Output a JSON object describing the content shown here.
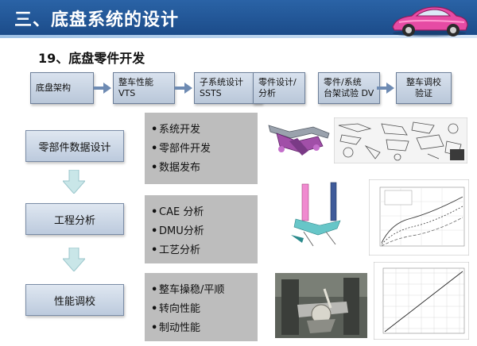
{
  "header": {
    "title": "三、底盘系统的设计"
  },
  "subtitle": "19、底盘零件开发",
  "flow": [
    {
      "lines": [
        "底盘架构"
      ]
    },
    {
      "lines": [
        "整车性能",
        "VTS"
      ]
    },
    {
      "lines": [
        "子系统设计",
        "SSTS"
      ]
    },
    {
      "lines": [
        "零件设计/",
        "分析"
      ]
    },
    {
      "lines": [
        "零件/系统",
        "台架试验 DV"
      ]
    },
    {
      "lines": [
        "整车调校",
        "验证"
      ]
    }
  ],
  "stages": [
    {
      "label": "零部件数据设计",
      "items": [
        "系统开发",
        "零部件开发",
        "数据发布"
      ]
    },
    {
      "label": "工程分析",
      "items": [
        "CAE 分析",
        "DMU分析",
        "工艺分析"
      ]
    },
    {
      "label": "性能调校",
      "items": [
        "整车操稳/平顺",
        "转向性能",
        "制动性能"
      ]
    }
  ],
  "bullet": "•",
  "colors": {
    "header": "#1c4c8a",
    "accent": "#6e8bb3",
    "list_bg": "#bdbdbd"
  },
  "icons": [
    "car-logo-icon",
    "flow-arrow-icon",
    "down-arrow-icon"
  ]
}
